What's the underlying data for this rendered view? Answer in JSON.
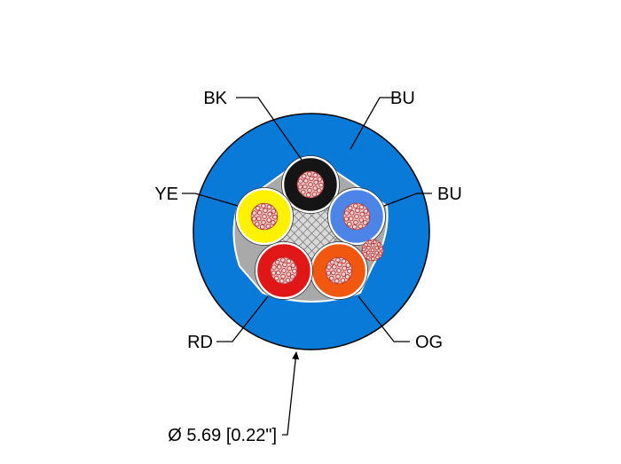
{
  "colors": {
    "jacket": "#0a7ad8",
    "filler": "#a9a9a9",
    "copper": "#f3c6c6",
    "strand": "#b23a3a"
  },
  "conductors": [
    {
      "id": "bk",
      "label": "BK",
      "color": "#151515"
    },
    {
      "id": "bu-core",
      "label": "BU",
      "color": "#4d84e8"
    },
    {
      "id": "og",
      "label": "OG",
      "color": "#f2570f"
    },
    {
      "id": "rd",
      "label": "RD",
      "color": "#e11717"
    },
    {
      "id": "ye",
      "label": "YE",
      "color": "#fff200"
    }
  ],
  "jacket_label": "BU",
  "diameter_label": "Ø 5.69 [0.22\"]"
}
